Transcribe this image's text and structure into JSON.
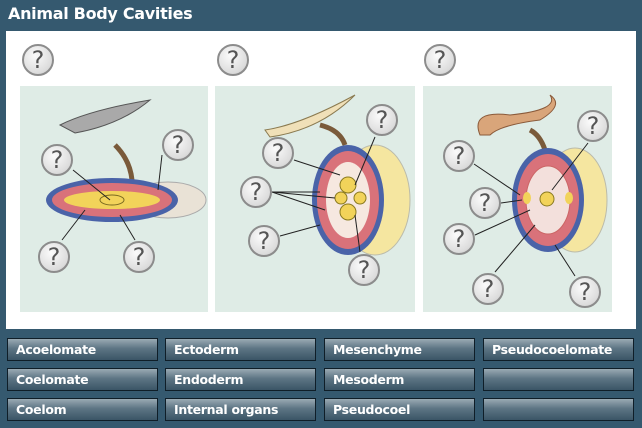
{
  "title": "Animal Body Cavities",
  "question_mark": "?",
  "labels": [
    [
      "Acoelomate",
      "Ectoderm",
      "Mesenchyme",
      "Pseudocoelomate"
    ],
    [
      "Coelomate",
      "Endoderm",
      "Mesoderm",
      ""
    ],
    [
      "Coelom",
      "Internal organs",
      "Pseudocoel",
      ""
    ]
  ],
  "colors": {
    "header": "#35596f",
    "ectoderm": "#4a63a8",
    "mesoderm": "#d9727a",
    "endoderm": "#f2d35a",
    "panel_bg": "#dfece6"
  }
}
